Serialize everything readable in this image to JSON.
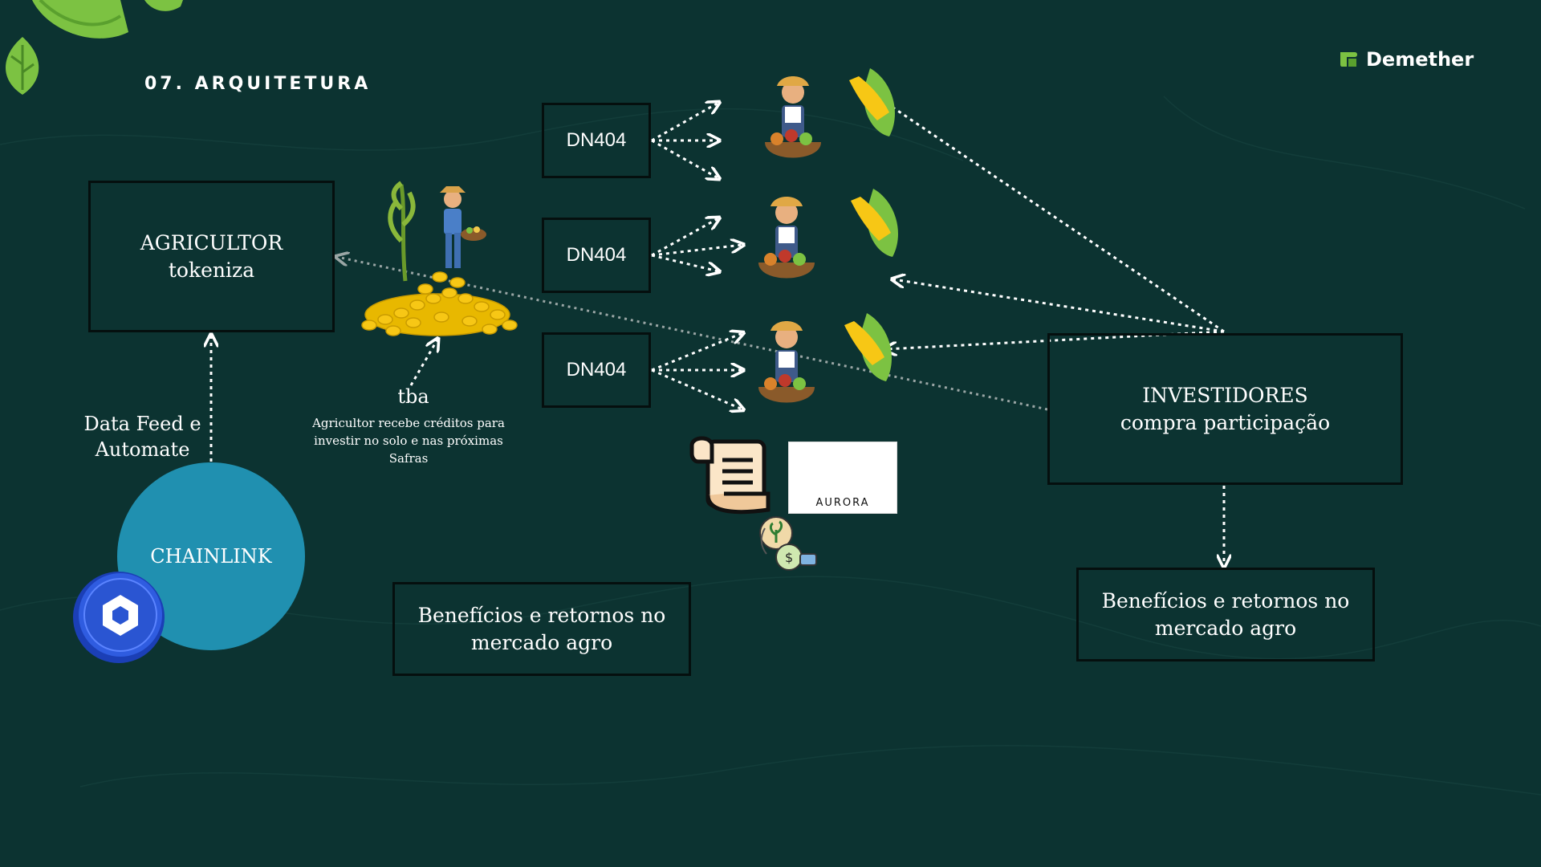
{
  "slide": {
    "title": "07. ARQUITETURA"
  },
  "brand": {
    "name": "Demether"
  },
  "agricultor": {
    "line1": "AGRICULTOR",
    "line2": "tokeniza"
  },
  "tba": {
    "label": "tba",
    "note": "Agricultor recebe créditos para investir no solo e nas próximas Safras"
  },
  "datafeed": {
    "line1": "Data Feed e",
    "line2": "Automate"
  },
  "chainlink": {
    "label": "CHAINLINK"
  },
  "dn404": [
    "DN404",
    "DN404",
    "DN404"
  ],
  "investidores": {
    "line1": "INVESTIDORES",
    "line2": "compra participação"
  },
  "beneficios": {
    "line1": "Benefícios e retornos no",
    "line2": "mercado agro"
  },
  "aurora": {
    "label": "AURORA"
  },
  "colors": {
    "background": "#0c3331",
    "chainlink": "#2090b0",
    "leaf": "#7cc242",
    "arrow": "#ffffff"
  },
  "icons": [
    "leaf-logo-icon",
    "farmer-icon",
    "corn-icon",
    "scroll-icon",
    "aurora-logo-icon",
    "investment-icon",
    "chainlink-logo-icon"
  ]
}
